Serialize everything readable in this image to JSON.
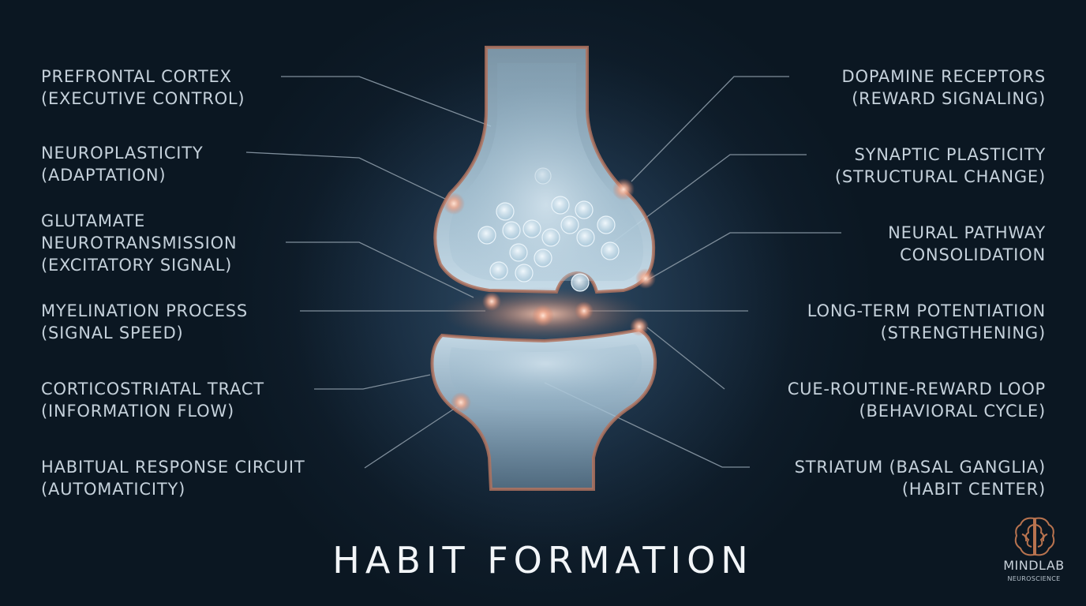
{
  "title": "HABIT FORMATION",
  "labels_left": [
    {
      "lines": [
        "PREFRONTAL CORTEX",
        "(EXECUTIVE CONTROL)"
      ]
    },
    {
      "lines": [
        "NEUROPLASTICITY",
        "(ADAPTATION)"
      ]
    },
    {
      "lines": [
        "GLUTAMATE",
        "NEUROTRANSMISSION",
        "(EXCITATORY SIGNAL)"
      ]
    },
    {
      "lines": [
        "MYELINATION PROCESS",
        "(SIGNAL SPEED)"
      ]
    },
    {
      "lines": [
        "CORTICOSTRIATAL TRACT",
        "(INFORMATION FLOW)"
      ]
    },
    {
      "lines": [
        "HABITUAL RESPONSE CIRCUIT",
        "(AUTOMATICITY)"
      ]
    }
  ],
  "labels_right": [
    {
      "lines": [
        "DOPAMINE RECEPTORS",
        "(REWARD SIGNALING)"
      ]
    },
    {
      "lines": [
        "SYNAPTIC PLASTICITY",
        "(STRUCTURAL CHANGE)"
      ]
    },
    {
      "lines": [
        "NEURAL PATHWAY",
        "CONSOLIDATION"
      ]
    },
    {
      "lines": [
        "LONG-TERM POTENTIATION",
        "(STRENGTHENING)"
      ]
    },
    {
      "lines": [
        "CUE-ROUTINE-REWARD LOOP",
        "(BEHAVIORAL CYCLE)"
      ]
    },
    {
      "lines": [
        "STRIATUM (BASAL GANGLIA)",
        "(HABIT CENTER)"
      ]
    }
  ],
  "logo": {
    "name": "MINDLAB",
    "subtitle": "NEUROSCIENCE",
    "icon": "brain-icon"
  },
  "colors": {
    "background": "#0d1a26",
    "label_text": "#c5d1db",
    "title_text": "#f2f5f8",
    "leader_line": "#7f8e9b",
    "membrane": "#b0735f",
    "glow": "#f2b49a"
  }
}
